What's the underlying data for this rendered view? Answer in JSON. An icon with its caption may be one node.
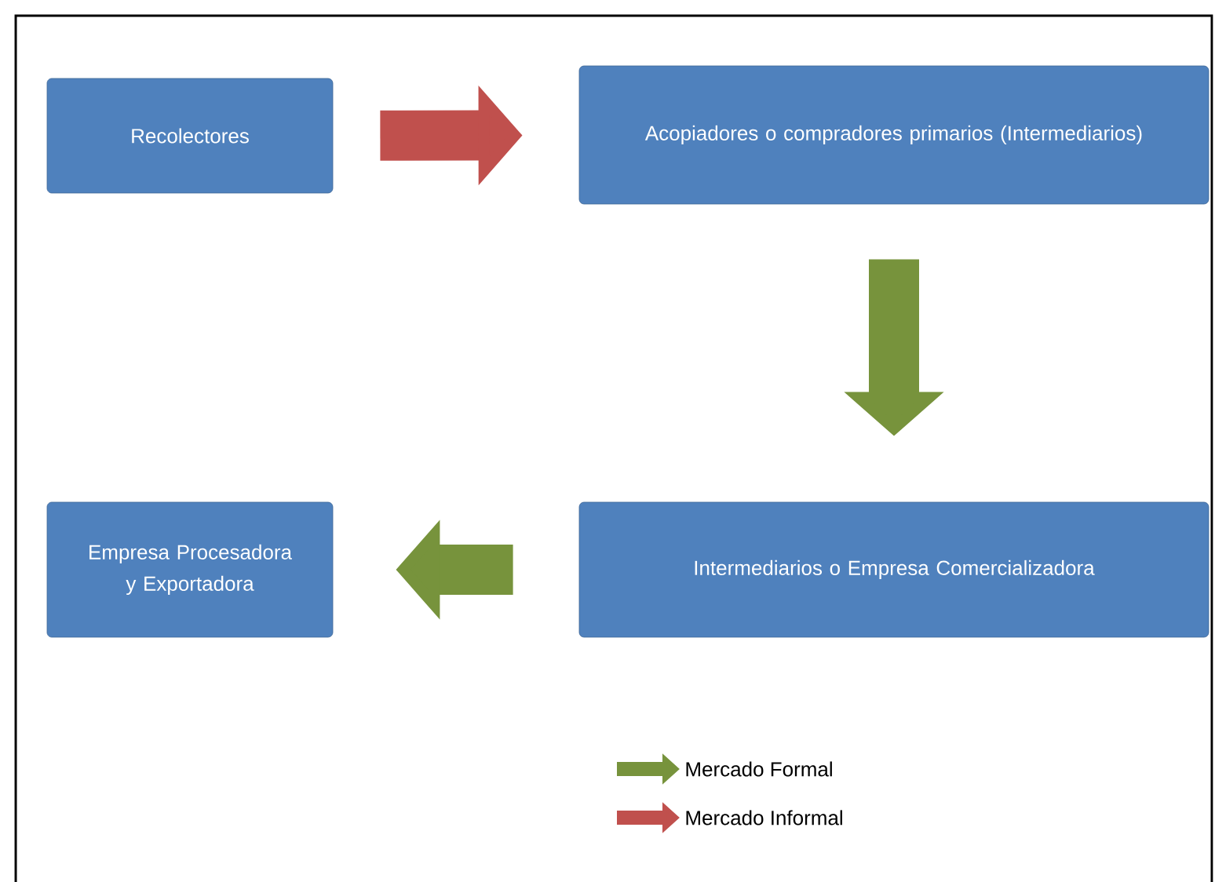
{
  "diagram": {
    "nodes": [
      {
        "text": [
          "Recolectores"
        ]
      },
      {
        "text": [
          "Acopiadores o compradores primarios (Intermediarios)"
        ]
      },
      {
        "text": [
          "Intermediarios o Empresa Comercializadora"
        ]
      },
      {
        "text": [
          "Empresa Procesadora y Exportadora"
        ]
      }
    ],
    "edges": [
      {
        "from": 0,
        "to": 1,
        "arrow": "to",
        "color": "#c0504d"
      },
      {
        "from": 1,
        "to": 2,
        "arrow": "to"
      },
      {
        "from": 2,
        "to": 3,
        "arrow": "to"
      }
    ],
    "legend": [
      {
        "text": "Mercado Formal",
        "color": "#77933c"
      },
      {
        "text": "Mercado Informal",
        "color": "#c0504d"
      }
    ]
  }
}
